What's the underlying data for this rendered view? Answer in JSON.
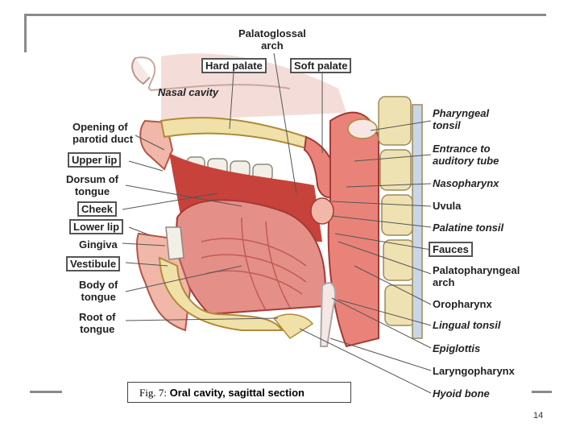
{
  "labels": {
    "palatoglossal_arch": "Palatoglossal\narch",
    "hard_palate": "Hard palate",
    "soft_palate": "Soft palate",
    "nasal_cavity": "Nasal cavity",
    "opening_parotid": "Opening of\nparotid duct",
    "upper_lip": "Upper lip",
    "dorsum_tongue": "Dorsum of\ntongue",
    "cheek": "Cheek",
    "lower_lip": "Lower lip",
    "gingiva": "Gingiva",
    "vestibule": "Vestibule",
    "body_tongue": "Body of\ntongue",
    "root_tongue": "Root of\ntongue",
    "pharyngeal_tonsil": "Pharyngeal\ntonsil",
    "entrance_auditory": "Entrance to\nauditory tube",
    "nasopharynx": "Nasopharynx",
    "uvula": "Uvula",
    "palatine_tonsil": "Palatine tonsil",
    "fauces": "Fauces",
    "palatopharyngeal_arch": "Palatopharyngeal\narch",
    "oropharynx": "Oropharynx",
    "lingual_tonsil": "Lingual tonsil",
    "epiglottis": "Epiglottis",
    "laryngopharynx": "Laryngopharynx",
    "hyoid_bone": "Hyoid bone"
  },
  "caption": {
    "fig": "Fig. 7:",
    "title": "Oral cavity, sagittal section"
  },
  "page_number": "14"
}
